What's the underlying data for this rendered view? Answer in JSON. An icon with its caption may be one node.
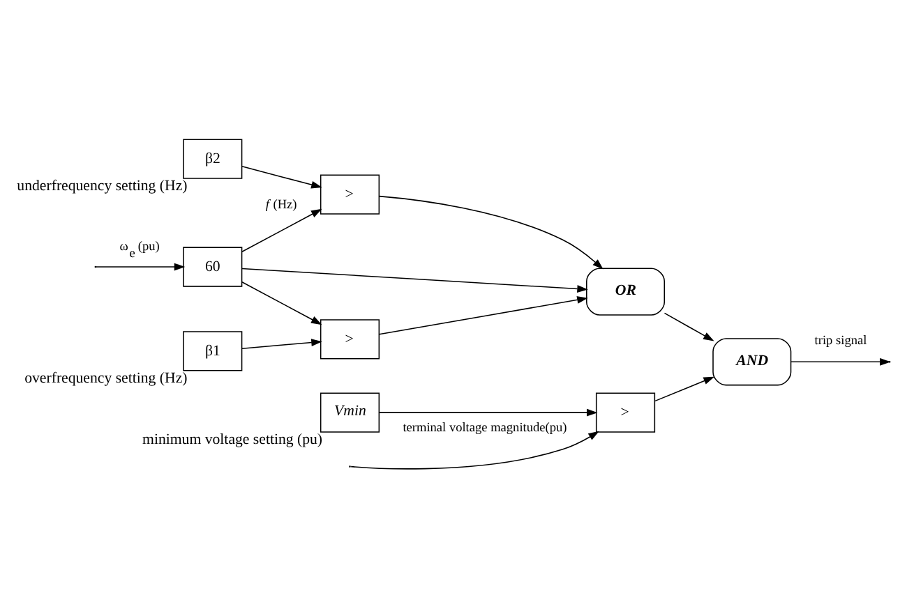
{
  "diagram": {
    "nodes": [
      {
        "text": [
          "β2"
        ],
        "beside": [
          "underfrequency setting (Hz)"
        ]
      },
      {
        "text": [
          ">"
        ]
      },
      {
        "text": [
          "60"
        ]
      },
      {
        "text": [
          "β1"
        ],
        "beside": [
          "overfrequency setting (Hz)"
        ]
      },
      {
        "text": [
          ">"
        ]
      },
      {
        "text": [
          "OR"
        ]
      },
      {
        "text": [
          "AND"
        ]
      },
      {
        "text": [
          "Vmin"
        ],
        "beside": [
          "minimum voltage setting (pu)"
        ]
      },
      {
        "text": [
          ">"
        ]
      }
    ],
    "edges": [
      {
        "from": null,
        "to": 2,
        "arrow": "to",
        "label": "ω$_{e}$ (pu)"
      },
      {
        "from": 0,
        "to": 1,
        "arrow": "to"
      },
      {
        "from": 2,
        "to": 1,
        "arrow": "to",
        "label": "*f* (Hz)"
      },
      {
        "from": 2,
        "to": 5,
        "arrow": "to"
      },
      {
        "from": 2,
        "to": 4,
        "arrow": "to"
      },
      {
        "from": 3,
        "to": 4,
        "arrow": "to"
      },
      {
        "from": 1,
        "to": 5,
        "arrow": "to"
      },
      {
        "from": 4,
        "to": 5,
        "arrow": "to"
      },
      {
        "from": 5,
        "to": 6,
        "arrow": "to"
      },
      {
        "from": null,
        "to": 8,
        "arrow": "to",
        "label": "terminal voltage magnitude(pu)"
      },
      {
        "from": 7,
        "to": 8,
        "arrow": "to"
      },
      {
        "from": 8,
        "to": 6,
        "arrow": "to"
      },
      {
        "from": 6,
        "to": null,
        "arrow": "to",
        "label": "trip signal"
      }
    ]
  }
}
